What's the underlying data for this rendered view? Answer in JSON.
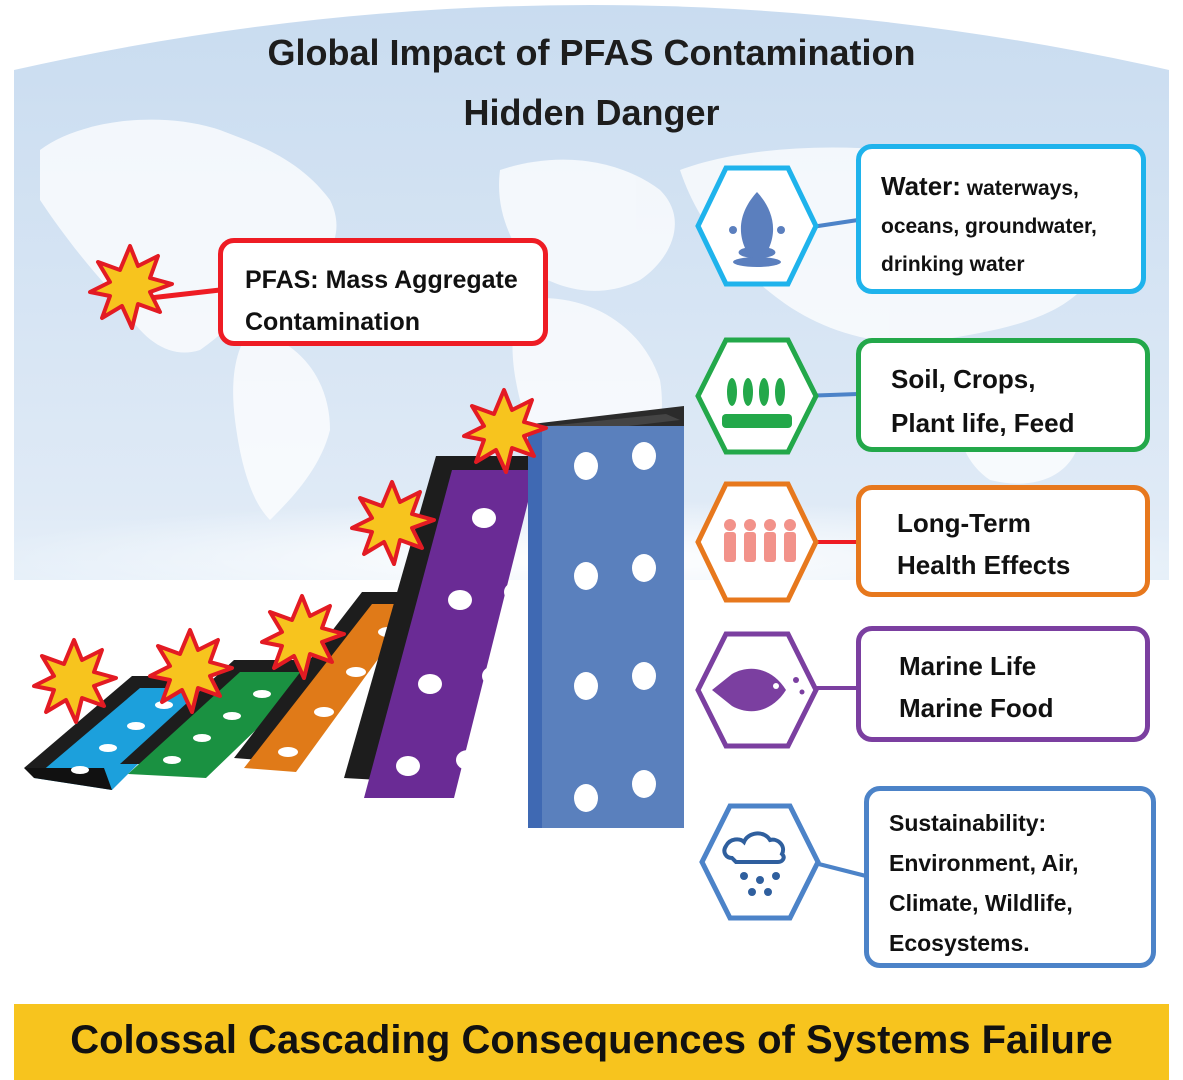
{
  "title": {
    "line1": "Global Impact of PFAS Contamination",
    "line2": "Hidden Danger"
  },
  "source": {
    "line1": "PFAS: Mass Aggregate",
    "line2": "Contamination",
    "border_color": "#ee1c24"
  },
  "impacts": {
    "water": {
      "label": "Water:",
      "line1_rest": "waterways,",
      "line2": "oceans, groundwater,",
      "line3": "drinking water",
      "color": "#1fb3ec",
      "icon": "water-fountain-icon"
    },
    "soil": {
      "line1": "Soil, Crops,",
      "line2": "Plant life, Feed",
      "color": "#23a84a",
      "icon": "crops-icon"
    },
    "health": {
      "line1": "Long-Term",
      "line2": "Health Effects",
      "color": "#e7781d",
      "icon": "people-icon"
    },
    "marine": {
      "line1": "Marine Life",
      "line2": "Marine Food",
      "color": "#7b3fa0",
      "icon": "fish-icon"
    },
    "sustainability": {
      "line1": "Sustainability:",
      "line2": "Environment, Air,",
      "line3": "Climate, Wildlife,",
      "line4": "Ecosystems.",
      "color": "#4c83c8",
      "icon": "cloud-snow-icon"
    }
  },
  "dominoes": [
    {
      "color": "#1ca0dc",
      "name": "domino-blue-small"
    },
    {
      "color": "#1a9141",
      "name": "domino-green"
    },
    {
      "color": "#e07a18",
      "name": "domino-orange"
    },
    {
      "color": "#6a2b95",
      "name": "domino-purple"
    },
    {
      "color": "#5a80bd",
      "name": "domino-blue-standing"
    }
  ],
  "banner": {
    "text": "Colossal Cascading Consequences of Systems Failure",
    "color": "#f7c41e"
  }
}
